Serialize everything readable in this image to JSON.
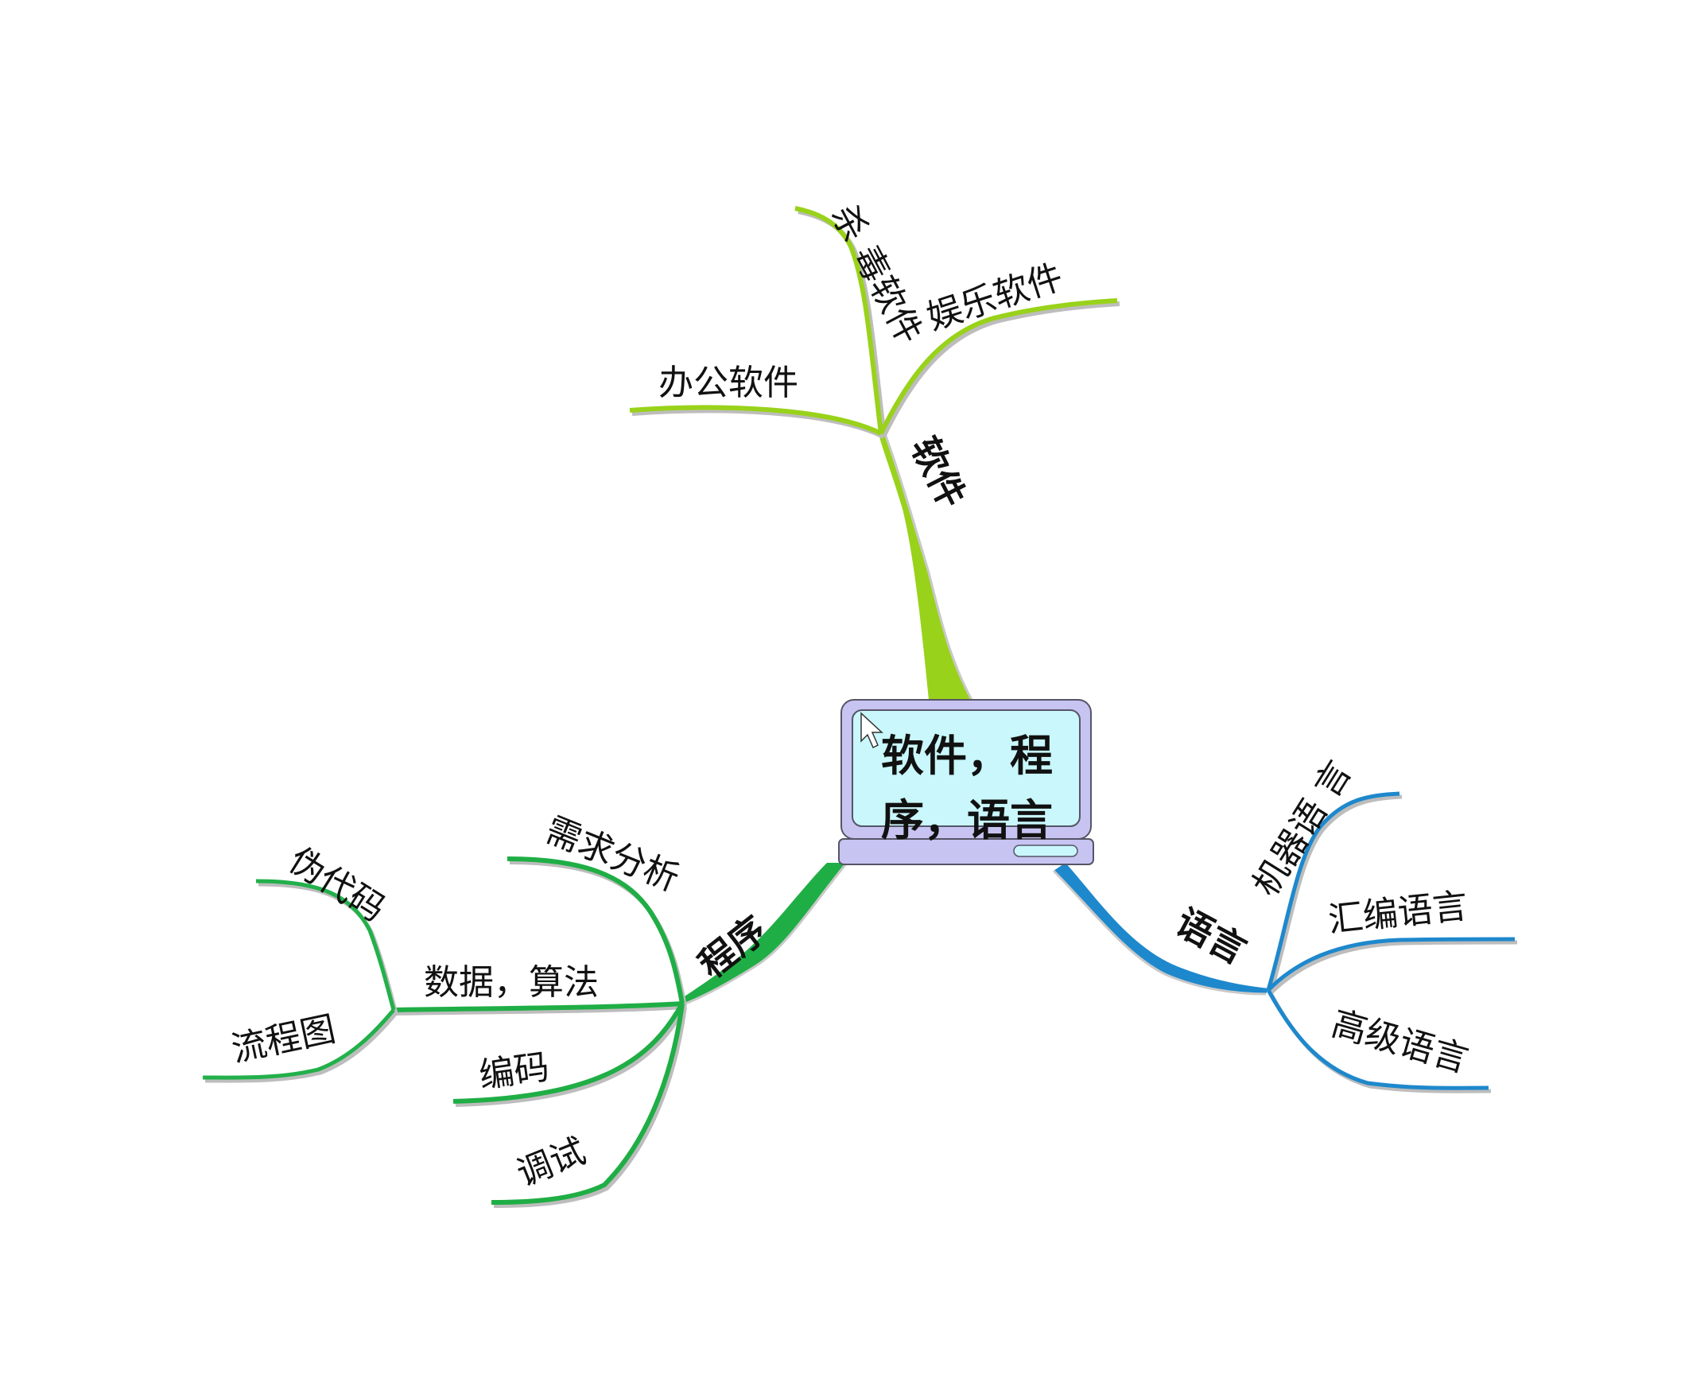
{
  "central": {
    "line1": "软件，程",
    "line2": "序，语言"
  },
  "branches": {
    "software": {
      "label": "软件",
      "color": "#99d21a",
      "children": {
        "antivirus": "杀 毒软件",
        "entertainment": "娱乐软件",
        "office": "办公软件"
      }
    },
    "program": {
      "label": "程序",
      "color": "#1fae45",
      "children": {
        "requirements": "需求分析",
        "data_algorithm": "数据，算法",
        "pseudocode": "伪代码",
        "flowchart": "流程图",
        "coding": "编码",
        "debugging": "调试"
      }
    },
    "language": {
      "label": "语言",
      "color": "#1e88cc",
      "children": {
        "machine": "机器语 言",
        "assembly": "汇编语言",
        "high_level": "高级语言"
      }
    }
  },
  "colors": {
    "software": "#99d21a",
    "program": "#1fae45",
    "program_leaf": "#22b04a",
    "language": "#1e88cc",
    "shadow": "#bdbdbd",
    "screen_bezel": "#c7c4f2",
    "screen_face": "#c9f7fb",
    "outline": "#555566"
  }
}
